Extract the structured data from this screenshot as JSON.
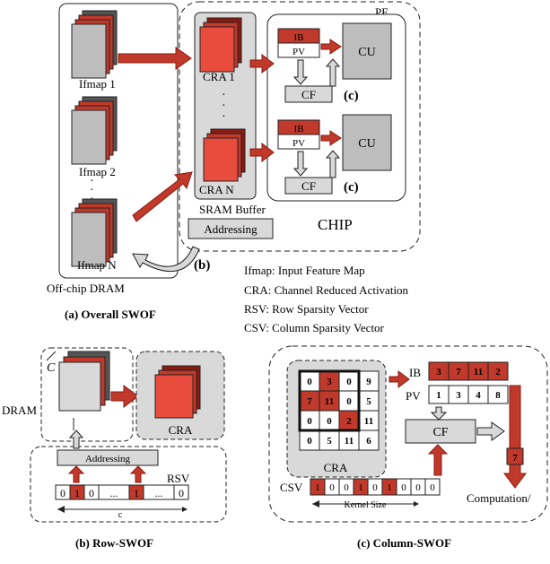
{
  "colors": {
    "red": "#c0392b",
    "dark_red": "#8b1a10",
    "gray_fill": "#d9d9d9",
    "stack_gray": "#bdbdbd",
    "stroke": "#222222"
  },
  "overall": {
    "pe_label": "PE",
    "ifmaps": [
      "Ifmap 1",
      "Ifmap 2",
      "Ifmap N"
    ],
    "ifmap_dots": "·\n·\n·",
    "dram_label": "Off-chip DRAM",
    "cra": [
      "CRA 1",
      "CRA N"
    ],
    "sram_label": "SRAM Buffer",
    "chip_label": "CHIP",
    "addressing": "Addressing",
    "b_marker": "(b)",
    "c_marker": "(c)",
    "ib": "IB",
    "pv": "PV",
    "cu": "CU",
    "cf": "CF",
    "caption": "(a) Overall SWOF"
  },
  "legend": [
    "Ifmap: Input Feature Map",
    "CRA: Channel Reduced  Activation",
    "RSV: Row Sparsity Vector",
    "CSV: Column Sparsity Vector"
  ],
  "row_swof": {
    "c_label": "C",
    "dram": "DRAM",
    "cra": "CRA",
    "addressing": "Addressing",
    "rsv": "RSV",
    "vector": [
      "0",
      "1",
      "0",
      "...",
      "1",
      "...",
      "0"
    ],
    "c_bottom": "c",
    "caption": "(b) Row-SWOF"
  },
  "col_swof": {
    "grid": [
      [
        "0",
        "3",
        "0",
        "9"
      ],
      [
        "7",
        "11",
        "0",
        "5"
      ],
      [
        "0",
        "0",
        "2",
        "11"
      ],
      [
        "0",
        "5",
        "11",
        "6"
      ]
    ],
    "red_cells": [
      [
        0,
        1
      ],
      [
        1,
        0
      ],
      [
        1,
        1
      ],
      [
        2,
        2
      ]
    ],
    "cra": "CRA",
    "ib_label": "IB",
    "ib": [
      "3",
      "7",
      "11",
      "2"
    ],
    "pv_label": "PV",
    "pv": [
      "1",
      "3",
      "4",
      "8"
    ],
    "cf": "CF",
    "out": "7",
    "csv_label": "CSV",
    "csv": [
      "1",
      "0",
      "0",
      "1",
      "0",
      "1",
      "0",
      "0",
      "0"
    ],
    "kernel": "Kernel Size",
    "computation": "Computation/",
    "caption": "(c) Column-SWOF"
  }
}
